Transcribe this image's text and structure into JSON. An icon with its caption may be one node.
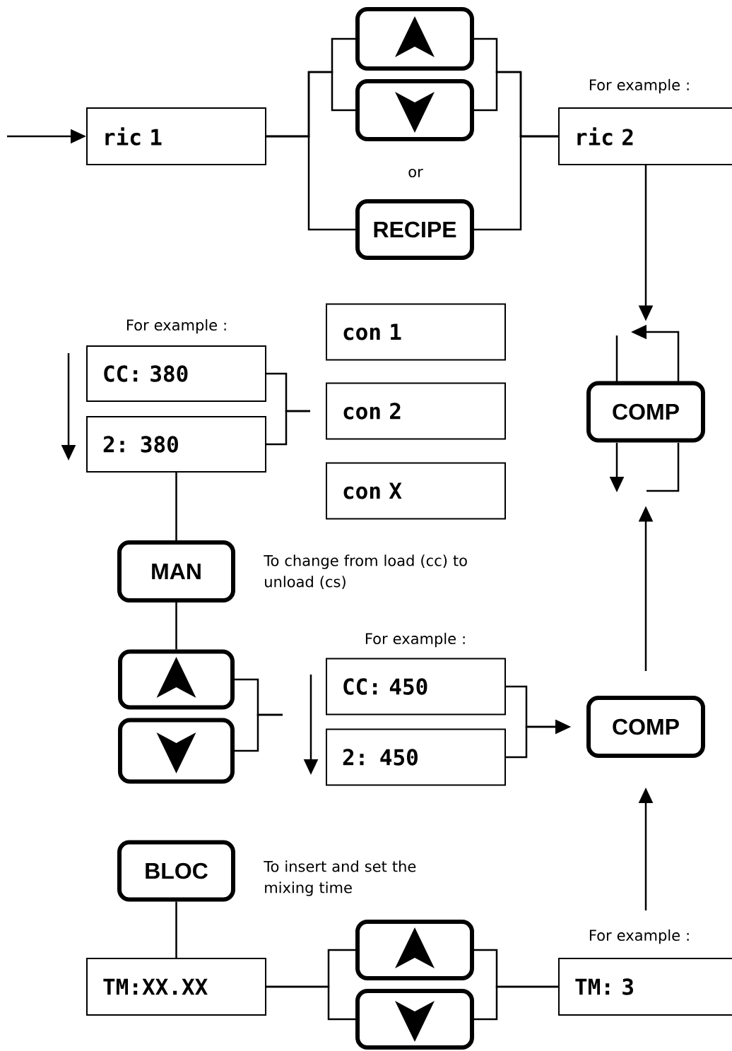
{
  "diagram": {
    "nodes": [
      {
        "text": [
          "ric 1"
        ]
      },
      {
        "text": [],
        "shape": "box"
      },
      {
        "text": [],
        "shape": "box"
      },
      {
        "text": [
          "RECIPE"
        ]
      },
      {
        "text": [
          "ric 2"
        ],
        "beside": [
          "For example :"
        ]
      },
      {
        "text": [
          "COMP"
        ]
      },
      {
        "text": [
          "CC: 380"
        ],
        "beside": [
          "For example :"
        ]
      },
      {
        "text": [
          "2: 380"
        ]
      },
      {
        "text": [
          "con 1"
        ]
      },
      {
        "text": [
          "con 2"
        ]
      },
      {
        "text": [
          "con X"
        ]
      },
      {
        "text": [
          "MAN"
        ],
        "beside": [
          "To change from load (cc) to unload (cs)"
        ]
      },
      {
        "text": [],
        "shape": "box"
      },
      {
        "text": [],
        "shape": "box"
      },
      {
        "text": [
          "CC: 450"
        ],
        "beside": [
          "For example :"
        ]
      },
      {
        "text": [
          "2: 450"
        ]
      },
      {
        "text": [
          "COMP"
        ]
      },
      {
        "text": [
          "BLOC"
        ],
        "beside": [
          "To insert and set the mixing time"
        ]
      },
      {
        "text": [
          "TM:XX.XX"
        ]
      },
      {
        "text": [],
        "shape": "box"
      },
      {
        "text": [],
        "shape": "box"
      },
      {
        "text": [
          "TM: 3"
        ],
        "beside": [
          "For example :"
        ]
      }
    ],
    "edges": [
      {
        "from": null,
        "to": 0,
        "arrow": "to"
      },
      {
        "from": 0,
        "to": 1,
        "arrow": "none"
      },
      {
        "from": 0,
        "to": 2,
        "arrow": "none"
      },
      {
        "from": 0,
        "to": 3,
        "arrow": "none"
      },
      {
        "from": 1,
        "to": 4,
        "arrow": "none"
      },
      {
        "from": 2,
        "to": 4,
        "arrow": "none"
      },
      {
        "from": 3,
        "to": 4,
        "arrow": "none"
      },
      {
        "from": 4,
        "to": 5,
        "arrow": "to"
      },
      {
        "from": 6,
        "to": 9,
        "arrow": "none"
      },
      {
        "from": 7,
        "to": 9,
        "arrow": "none"
      },
      {
        "from": 7,
        "to": 11,
        "arrow": "none"
      },
      {
        "from": 11,
        "to": 12,
        "arrow": "none"
      },
      {
        "from": 12,
        "to": null,
        "arrow": "none"
      },
      {
        "from": 13,
        "to": null,
        "arrow": "none"
      },
      {
        "from": 14,
        "to": 16,
        "arrow": "to"
      },
      {
        "from": 15,
        "to": 16,
        "arrow": "to"
      },
      {
        "from": 16,
        "to": 5,
        "arrow": "to"
      },
      {
        "from": 21,
        "to": 16,
        "arrow": "to"
      },
      {
        "from": 17,
        "to": 18,
        "arrow": "none"
      },
      {
        "from": 18,
        "to": 19,
        "arrow": "none"
      },
      {
        "from": 18,
        "to": 20,
        "arrow": "none"
      },
      {
        "from": 19,
        "to": 21,
        "arrow": "none"
      },
      {
        "from": 20,
        "to": 21,
        "arrow": "none"
      }
    ],
    "labels": [
      "or"
    ]
  }
}
